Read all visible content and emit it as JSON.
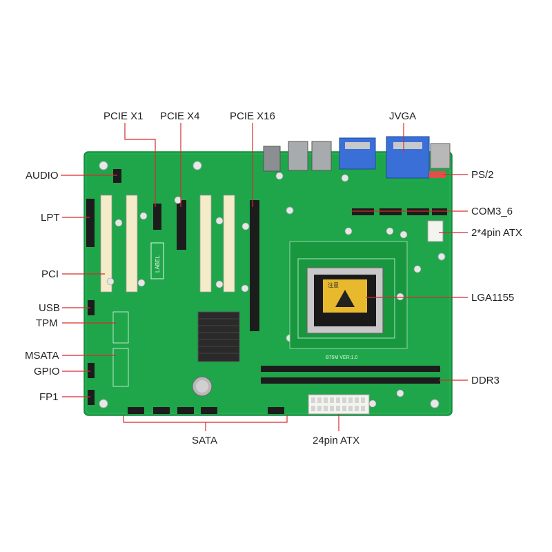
{
  "colors": {
    "board": "#1fa64a",
    "board_dark": "#13863a",
    "leader": "#d82a2a",
    "label": "#222222",
    "pci_slot": "#f4ecc8",
    "pcie_slot": "#1c1c1c",
    "vga_blue": "#3a6fd8",
    "ps2_red": "#e0504a"
  },
  "board_silkscreen": {
    "label_box": "LABEL",
    "board_id": "B75M VER:1.0",
    "warning": "注意"
  },
  "labels": {
    "pcie_x1": "PCIE X1",
    "pcie_x4": "PCIE X4",
    "pcie_x16": "PCIE X16",
    "jvga": "JVGA",
    "audio": "AUDIO",
    "ps2": "PS/2",
    "lpt": "LPT",
    "com3_6": "COM3_6",
    "atx_2x4": "2*4pin ATX",
    "pci": "PCI",
    "lga1155": "LGA1155",
    "usb": "USB",
    "tpm": "TPM",
    "msata": "MSATA",
    "gpio": "GPIO",
    "ddr3": "DDR3",
    "fp1": "FP1",
    "sata": "SATA",
    "atx_24pin": "24pin ATX"
  }
}
